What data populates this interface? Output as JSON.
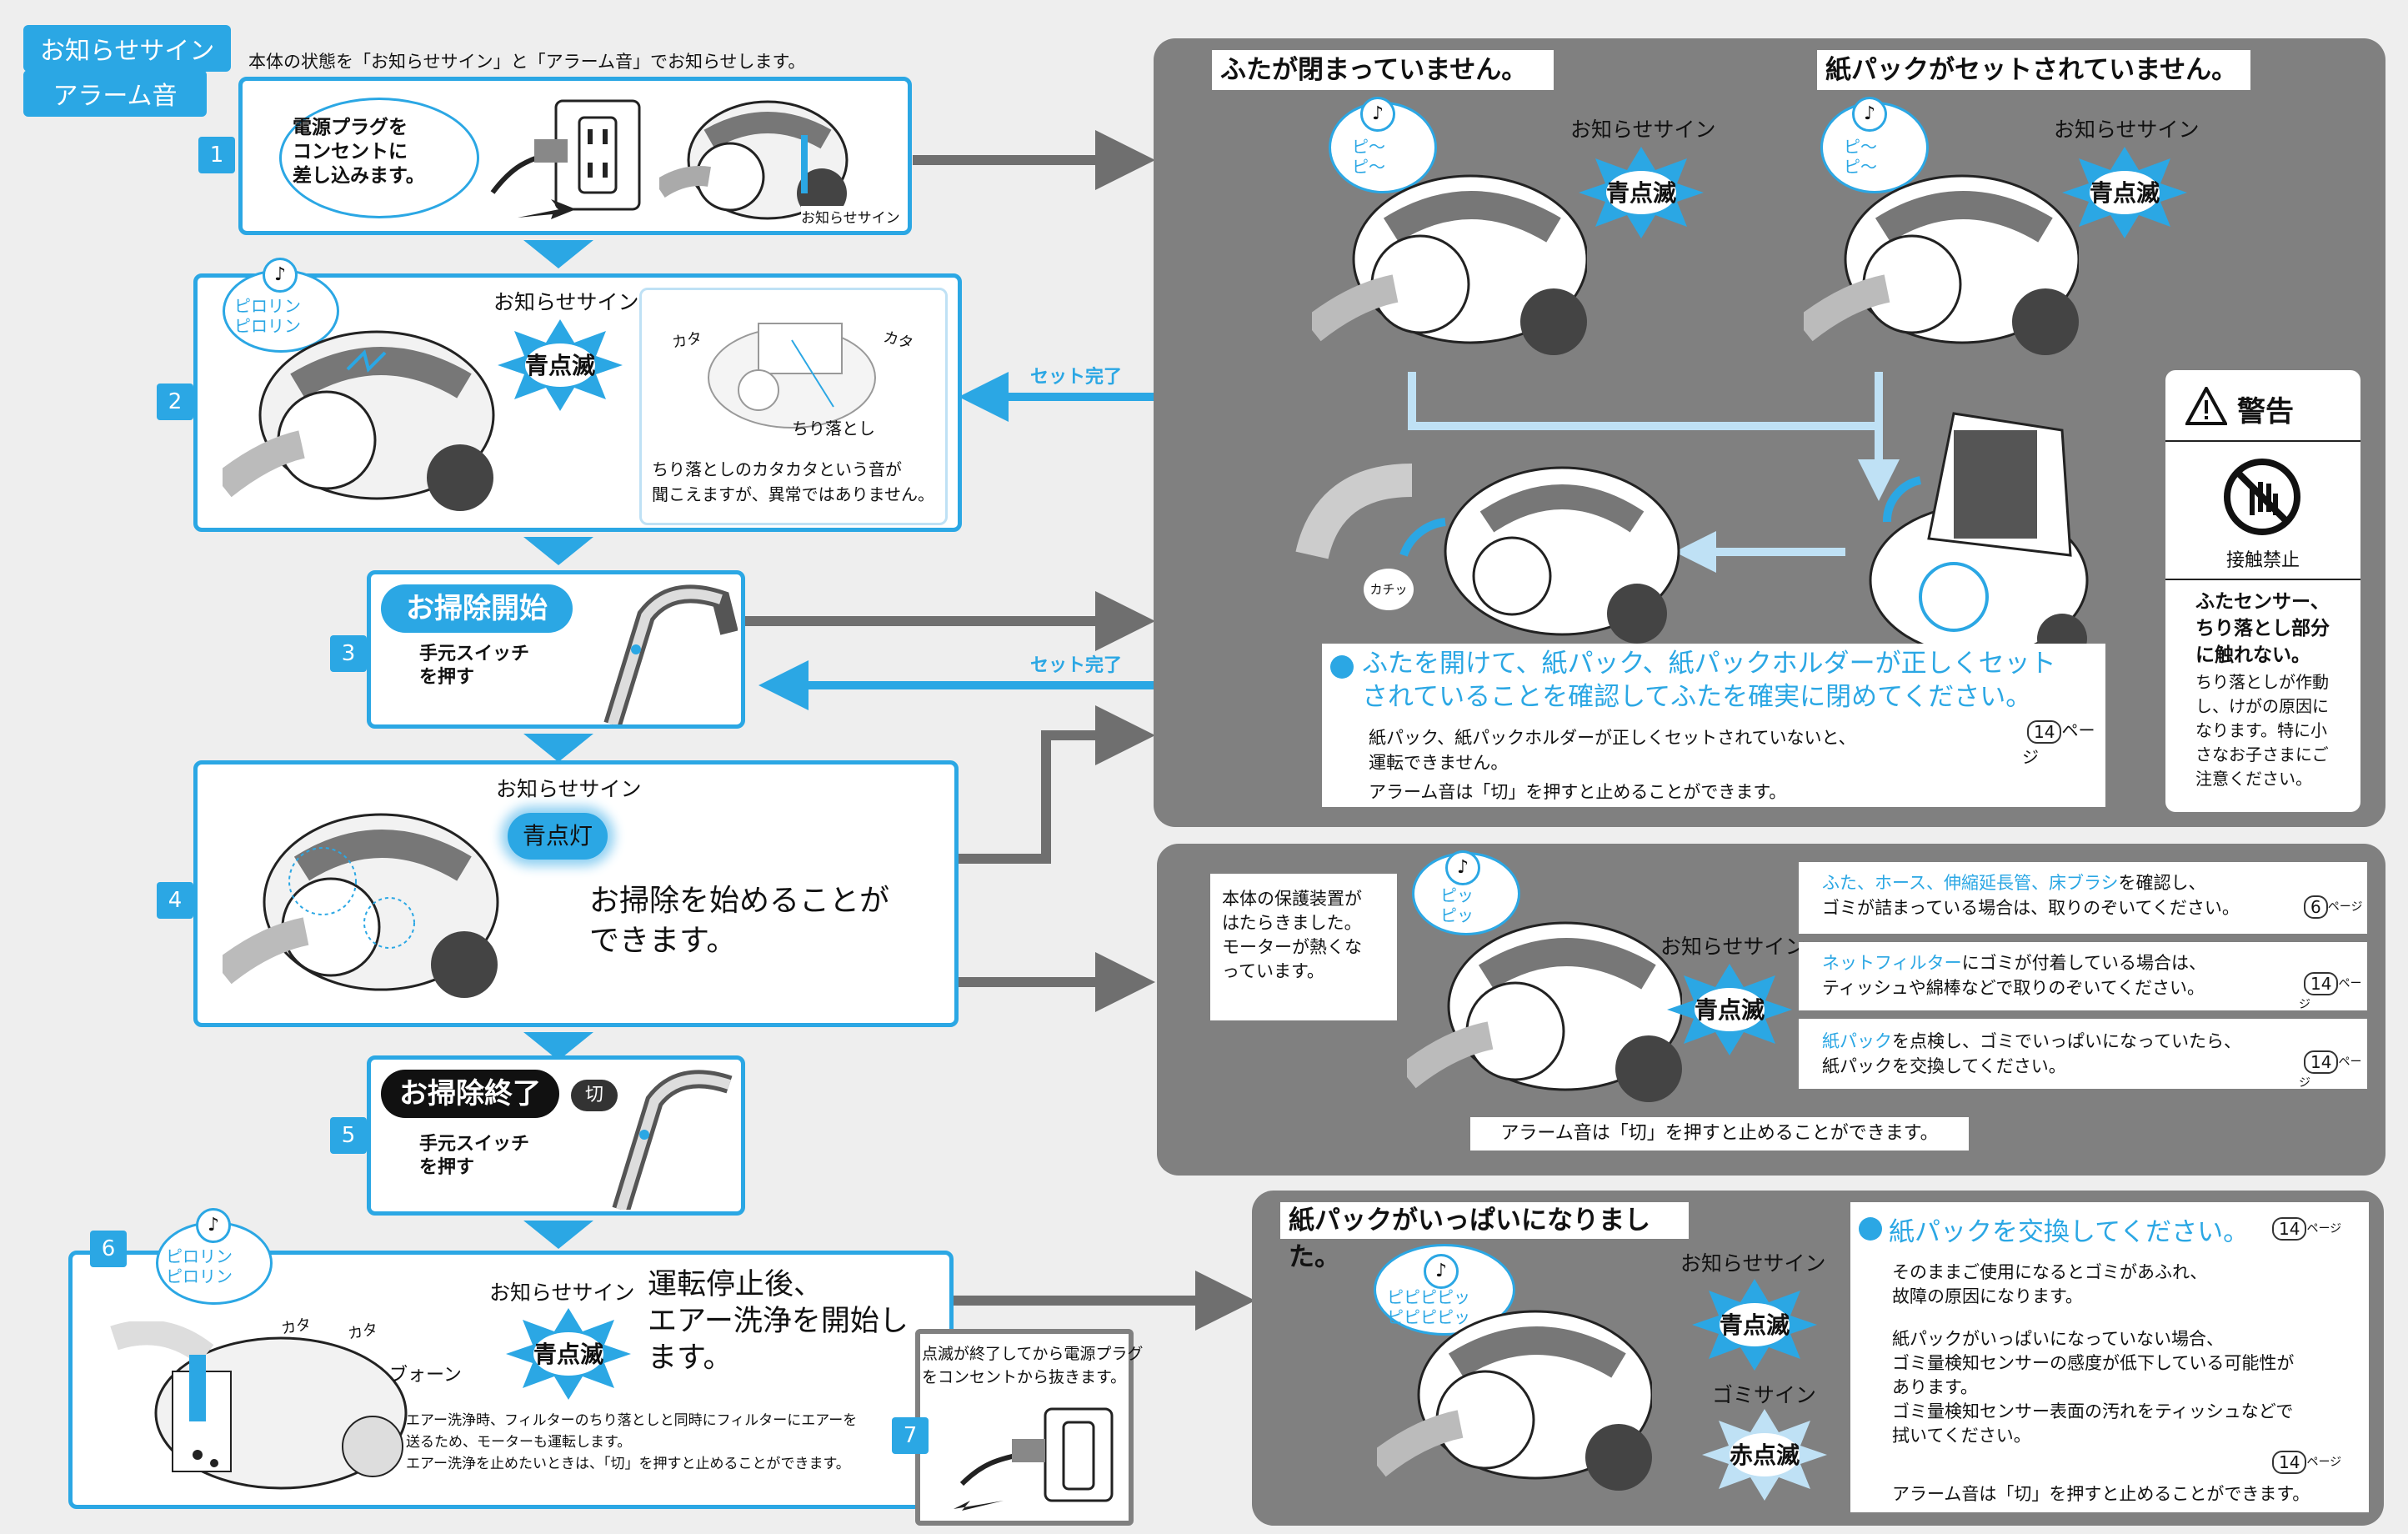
{
  "tags": {
    "notice_sign": "お知らせサイン",
    "alarm_sound": "アラーム音"
  },
  "intro": "本体の状態を「お知らせサイン」と「アラーム音」でお知らせします。",
  "step_numbers": [
    "1",
    "2",
    "3",
    "4",
    "5",
    "6",
    "7"
  ],
  "step1": {
    "bubble": "電源プラグを\nコンセントに\n差し込みます。",
    "callout": "お知らせサイン"
  },
  "step2": {
    "sound": "ピロリン\nピロリン",
    "sign_label": "お知らせサイン",
    "blink": "青点滅",
    "kata1": "カタ",
    "kata2": "カタ",
    "chiri": "ちり落とし",
    "caption": "ちり落としのカタカタという音が\n聞こえますが、異常ではありません。"
  },
  "step3": {
    "pill": "お掃除開始",
    "text": "手元スイッチ\nを押す"
  },
  "step4": {
    "sign_label": "お知らせサイン",
    "light": "青点灯",
    "message": "お掃除を始めることが\nできます。"
  },
  "step5": {
    "pill": "お掃除終了",
    "off": "切",
    "text": "手元スイッチ\nを押す"
  },
  "step6": {
    "sound": "ピロリン\nピロリン",
    "sign_label": "お知らせサイン",
    "blink": "青点滅",
    "message": "運転停止後、\nエアー洗浄を開始し\nます。",
    "kata1": "カタ",
    "kata2": "カタ",
    "bwon": "ブォーン",
    "caption": "エアー洗浄時、フィルターのちり落としと同時にフィルターにエアーを\n送るため、モーターも運転します。\nエアー洗浄を止めたいときは、「切」を押すと止めることができます。"
  },
  "step7": {
    "text": "点滅が終了してから電源プラグ\nをコンセントから抜きます。"
  },
  "arrows": {
    "set_done": "セット完了"
  },
  "panel_top": {
    "title_left": "ふたが閉まっていません。",
    "title_right": "紙パックがセットされていません。",
    "sound": "ピ～\nピ～",
    "sign_label": "お知らせサイン",
    "blink": "青点滅",
    "kachi": "カチッ",
    "instruction": "ふたを開けて、紙パック、紙パックホルダーが正しくセット\nされていることを確認してふたを確実に閉めてください。",
    "ref": "14",
    "detail1": "紙パック、紙パックホルダーが正しくセットされていないと、\n運転できません。",
    "detail2": "アラーム音は「切」を押すと止めることができます。"
  },
  "warning": {
    "title": "警告",
    "icon_label": "接触禁止",
    "lead": "ふたセンサー、\nちり落とし部分\nに触れない。",
    "body": "ちり落としが作動\nし、けがの原因に\nなります。特に小\nさなお子さまにご\n注意ください。"
  },
  "panel_mid": {
    "left_text": "本体の保護装置が\nはたらきました。\nモーターが熱くな\nっています。",
    "sound": "ピッ\nピッ",
    "sign_label": "お知らせサイン",
    "blink": "青点滅",
    "items": [
      {
        "hl": "ふた、ホース、伸縮延長管、床ブラシ",
        "rest": "を確認し、\nゴミが詰まっている場合は、取りのぞいてください。",
        "ref": "6"
      },
      {
        "hl": "ネットフィルター",
        "rest": "にゴミが付着している場合は、\nティッシュや綿棒などで取りのぞいてください。",
        "ref": "14"
      },
      {
        "hl": "紙パック",
        "rest": "を点検し、ゴミでいっぱいになっていたら、\n紙パックを交換してください。",
        "ref": "14"
      }
    ],
    "footer": "アラーム音は「切」を押すと止めることができます。"
  },
  "panel_bot": {
    "title": "紙パックがいっぱいになりました。",
    "sound": "ピピピピッ\nピピピピッ",
    "sign_label": "お知らせサイン",
    "blink": "青点滅",
    "dust_sign": "ゴミサイン",
    "red_blink": "赤点滅",
    "instruction": "紙パックを交換してください。",
    "ref": "14",
    "p1": "そのままご使用になるとゴミがあふれ、\n故障の原因になります。",
    "p2": "紙パックがいっぱいになっていない場合、\nゴミ量検知センサーの感度が低下している可能性が\nあります。\nゴミ量検知センサー表面の汚れをティッシュなどで\n拭いてください。",
    "p3": "アラーム音は「切」を押すと止めることができます。"
  },
  "colors": {
    "accent": "#2ba7e4",
    "panel_gray": "#808080",
    "arrow_gray": "#6f6f6f"
  }
}
